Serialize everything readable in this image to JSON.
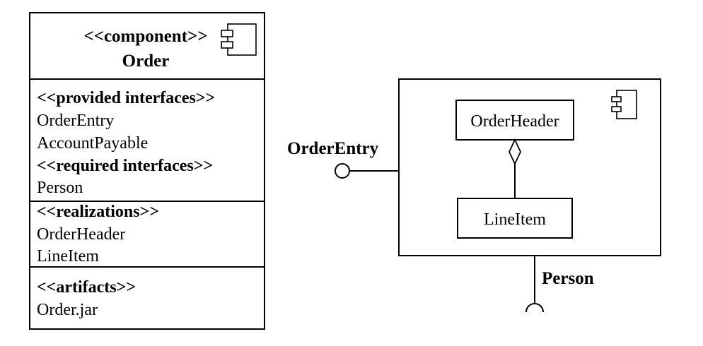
{
  "component_box": {
    "stereotype": "<<component>>",
    "name": "Order",
    "sections": {
      "interfaces": {
        "provided_header": "<<provided interfaces>>",
        "provided": [
          "OrderEntry",
          "AccountPayable"
        ],
        "required_header": "<<required interfaces>>",
        "required": [
          "Person"
        ]
      },
      "realizations": {
        "header": "<<realizations>>",
        "items": [
          "OrderHeader",
          "LineItem"
        ]
      },
      "artifacts": {
        "header": "<<artifacts>>",
        "items": [
          "Order.jar"
        ]
      }
    }
  },
  "component_diagram": {
    "classes": [
      "OrderHeader",
      "LineItem"
    ],
    "provided_interface": "OrderEntry",
    "required_interface": "Person"
  }
}
